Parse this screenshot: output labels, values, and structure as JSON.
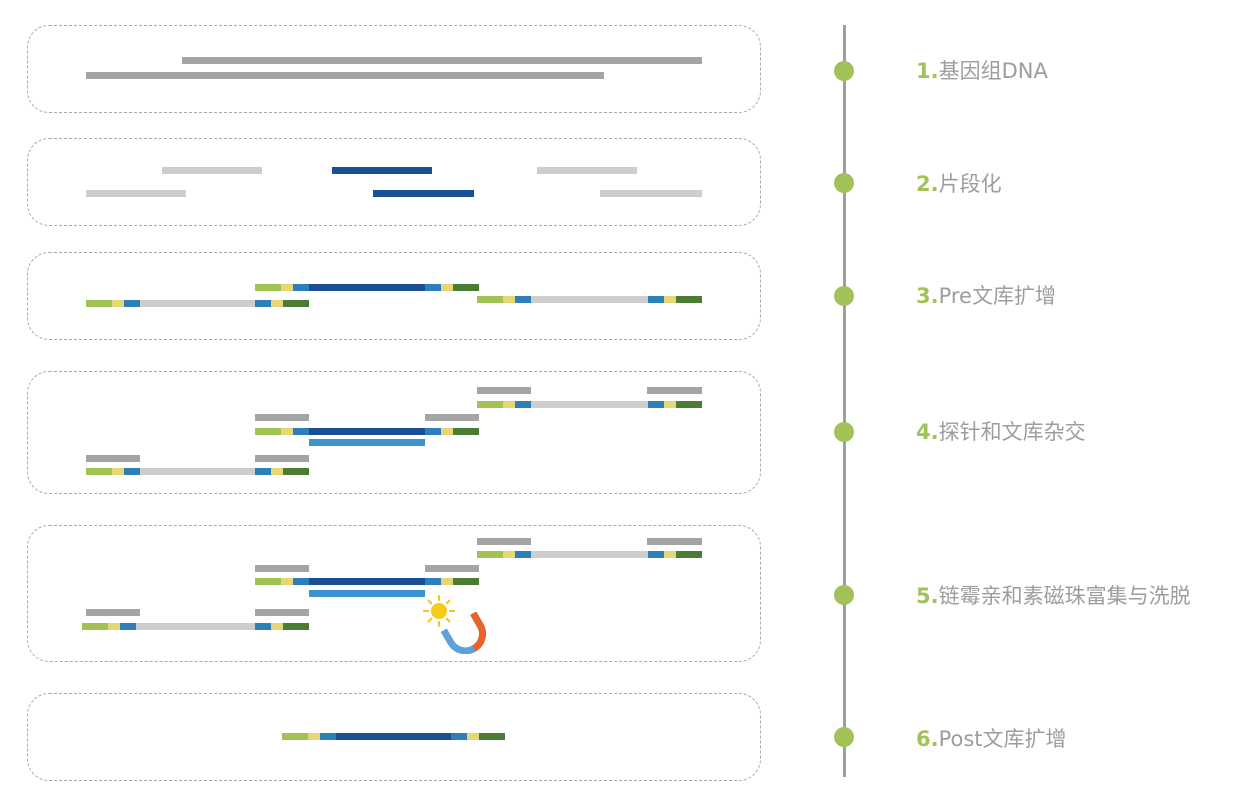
{
  "colors": {
    "grey_dark": "#a4a4a4",
    "grey_light": "#cdcdcd",
    "navy": "#1a4e97",
    "blue": "#3b92d0",
    "steel": "#2d7fb8",
    "green_light": "#a1c353",
    "yellow": "#e6d676",
    "green_dark": "#4a7d33",
    "accent": "#a2c257",
    "label_text": "#9d9d9d"
  },
  "steps": [
    {
      "num": "1.",
      "label": "基因组DNA"
    },
    {
      "num": "2.",
      "label": "片段化"
    },
    {
      "num": "3.",
      "label": "Pre文库扩增"
    },
    {
      "num": "4.",
      "label": "探针和文库杂交"
    },
    {
      "num": "5.",
      "label": "链霉亲和素磁珠富集与洗脱"
    },
    {
      "num": "6.",
      "label": "Post文库扩增"
    }
  ],
  "icons": [
    "sun-icon",
    "magnet-icon"
  ]
}
